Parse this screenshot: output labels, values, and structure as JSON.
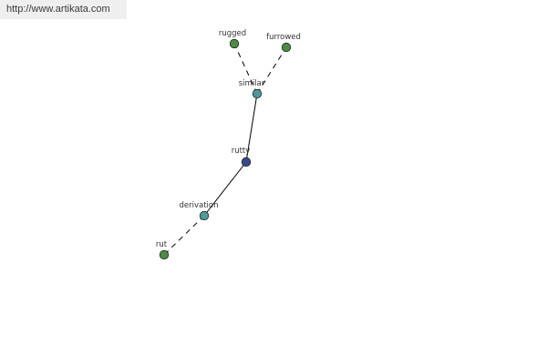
{
  "source": {
    "url": "http://www.artikata.com"
  },
  "colors": {
    "center_node": "#3a4b8c",
    "relation_node": "#4f9a97",
    "leaf_node": "#4e8b44",
    "edge": "#000000",
    "source_bar": "#efefef"
  },
  "graph": {
    "nodes": [
      {
        "id": "rutty",
        "label": "rutty",
        "kind": "center"
      },
      {
        "id": "similar",
        "label": "similar",
        "kind": "relation"
      },
      {
        "id": "derivation",
        "label": "derivation",
        "kind": "relation"
      },
      {
        "id": "rugged",
        "label": "rugged",
        "kind": "leaf"
      },
      {
        "id": "furrowed",
        "label": "furrowed",
        "kind": "leaf"
      },
      {
        "id": "rut",
        "label": "rut",
        "kind": "leaf"
      }
    ],
    "edges": [
      {
        "from": "rutty",
        "to": "similar",
        "style": "solid"
      },
      {
        "from": "rutty",
        "to": "derivation",
        "style": "solid"
      },
      {
        "from": "similar",
        "to": "rugged",
        "style": "dashed"
      },
      {
        "from": "similar",
        "to": "furrowed",
        "style": "dashed"
      },
      {
        "from": "derivation",
        "to": "rut",
        "style": "dashed"
      }
    ]
  }
}
